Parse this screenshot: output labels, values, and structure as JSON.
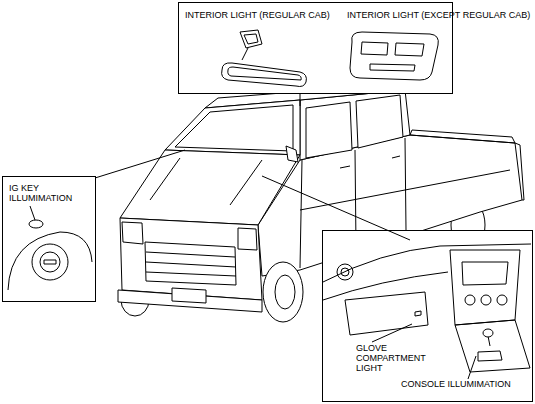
{
  "diagram": {
    "nodes": [
      {
        "text": [
          "INTERIOR LIGHT (REGULAR CAB)",
          "INTERIOR LIGHT (EXCEPT REGULAR CAB)"
        ]
      },
      {
        "text": [
          "IG KEY ILLUMIMATION"
        ]
      },
      {
        "text": [
          "GLOVE COMPARTMENT LIGHT",
          "CONSOLE ILLUMIMATION"
        ]
      }
    ]
  }
}
